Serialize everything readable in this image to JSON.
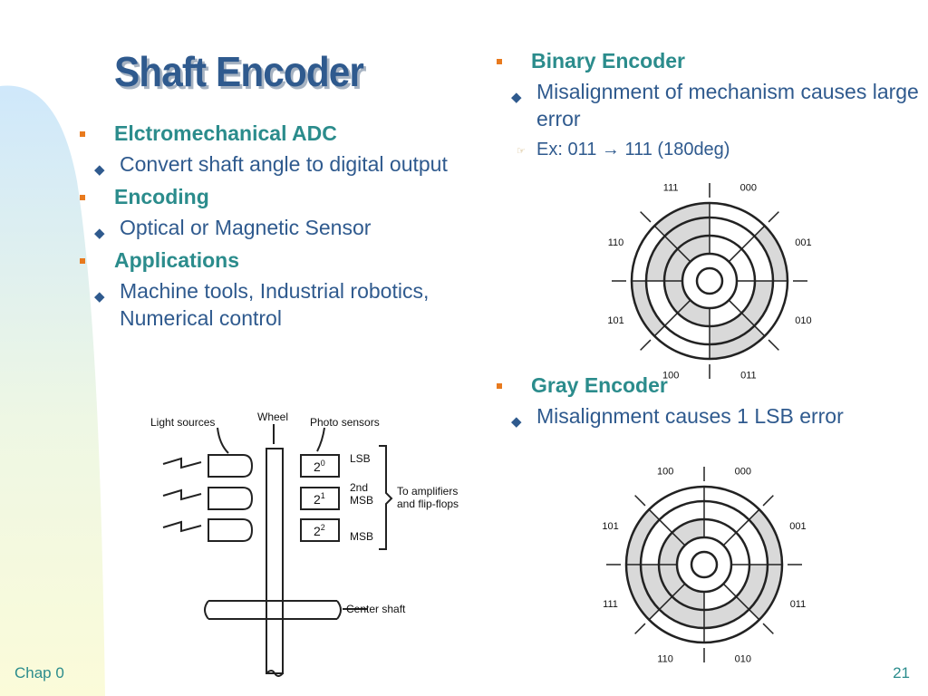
{
  "title": "Shaft Encoder",
  "left_bullets": [
    {
      "heading": "Elctromechanical ADC",
      "subs": [
        "Convert shaft angle to digital output"
      ]
    },
    {
      "heading": "Encoding",
      "subs": [
        "Optical or Magnetic Sensor"
      ]
    },
    {
      "heading": "Applications",
      "subs": [
        "Machine tools, Industrial robotics, Numerical control"
      ]
    }
  ],
  "binary_encoder": {
    "heading": "Binary Encoder",
    "sub": "Misalignment of mechanism causes large error",
    "example": "Ex: 011 → 111 (180deg)",
    "disk_labels": [
      "000",
      "001",
      "010",
      "011",
      "100",
      "101",
      "110",
      "111"
    ]
  },
  "gray_encoder": {
    "heading": "Gray Encoder",
    "sub": "Misalignment causes 1 LSB error",
    "disk_labels": [
      "000",
      "001",
      "011",
      "010",
      "110",
      "111",
      "101",
      "100"
    ]
  },
  "shaft_diagram": {
    "light_sources": "Light sources",
    "wheel": "Wheel",
    "photo_sensors": "Photo sensors",
    "sensor_0": "2",
    "sensor_0_exp": "0",
    "sensor_1": "2",
    "sensor_1_exp": "1",
    "sensor_2": "2",
    "sensor_2_exp": "2",
    "lsb": "LSB",
    "msb2_top": "2nd",
    "msb2_bottom": "MSB",
    "msb": "MSB",
    "amplifiers_1": "To amplifiers",
    "amplifiers_2": "and flip-flops",
    "center_shaft": "Center shaft"
  },
  "footer": {
    "chapter": "Chap 0",
    "page": "21"
  },
  "colors": {
    "title": "#2f5a8e",
    "heading": "#2b8c8c",
    "bullet": "#e87a1e",
    "text": "#2f5a8e"
  }
}
